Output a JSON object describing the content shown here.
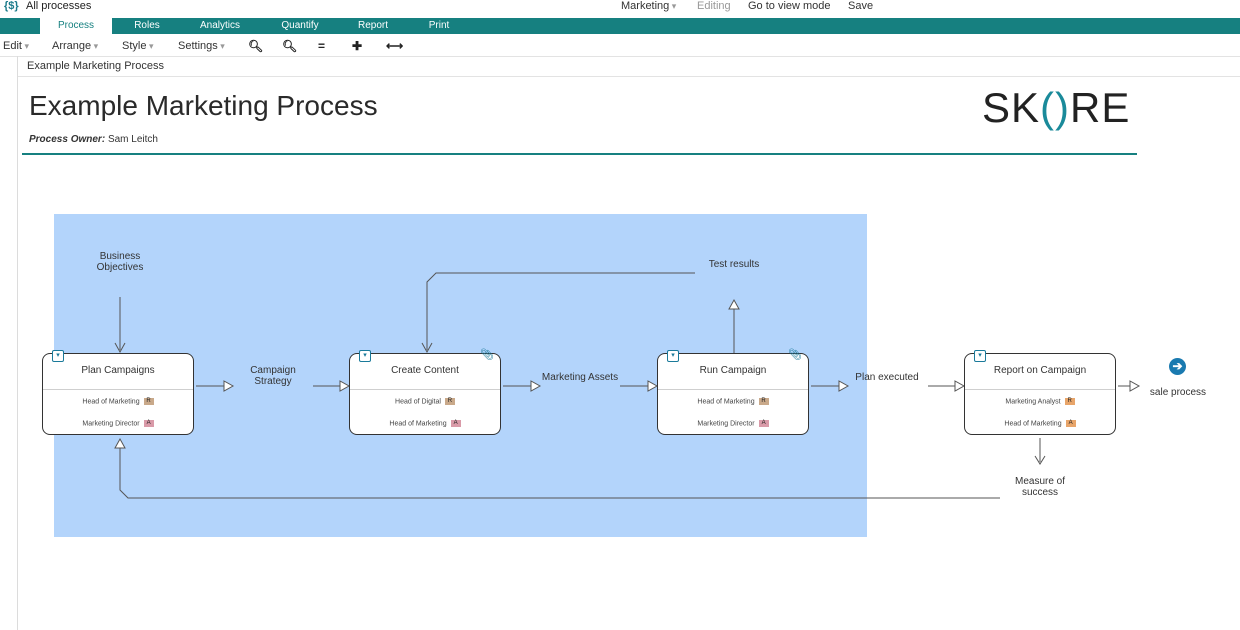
{
  "app": {
    "logo": "{$}",
    "nav_link": "All processes"
  },
  "top_actions": {
    "department": "Marketing",
    "status": "Editing",
    "view_mode": "Go to view mode",
    "save": "Save"
  },
  "tabs": [
    "Process",
    "Roles",
    "Analytics",
    "Quantify",
    "Report",
    "Print"
  ],
  "active_tab": "Process",
  "toolbar": {
    "edit": "Edit",
    "arrange": "Arrange",
    "style": "Style",
    "settings": "Settings",
    "icons": [
      "zoom-in-icon",
      "zoom-out-icon",
      "equals-icon",
      "cross-icon",
      "horizontal-icon"
    ]
  },
  "breadcrumb": "Example Marketing Process",
  "page": {
    "title": "Example Marketing Process",
    "owner_label": "Process Owner:",
    "owner_name": "Sam Leitch"
  },
  "brand": {
    "left": "SK",
    "paren": "()",
    "right": "RE"
  },
  "colors": {
    "accent": "#168080",
    "selection": "#b3d4fb",
    "role_r": "#c9a98a",
    "role_pink": "#d99aa8",
    "role_orange": "#e8a56a"
  },
  "process_boxes": [
    {
      "title": "Plan Campaigns",
      "roles": [
        {
          "name": "Head of Marketing",
          "badge": "R"
        },
        {
          "name": "Marketing Director",
          "badge": "A"
        }
      ]
    },
    {
      "title": "Create Content",
      "roles": [
        {
          "name": "Head of Digital",
          "badge": "R"
        },
        {
          "name": "Head of Marketing",
          "badge": "A"
        }
      ]
    },
    {
      "title": "Run Campaign",
      "roles": [
        {
          "name": "Head of Marketing",
          "badge": "R"
        },
        {
          "name": "Marketing Director",
          "badge": "A"
        }
      ]
    },
    {
      "title": "Report on Campaign",
      "roles": [
        {
          "name": "Marketing Analyst",
          "badge": "R"
        },
        {
          "name": "Head of Marketing",
          "badge": "A"
        }
      ]
    }
  ],
  "labels": {
    "business_objectives": "Business Objectives",
    "campaign_strategy": "Campaign Strategy",
    "marketing_assets": "Marketing Assets",
    "test_results": "Test results",
    "plan_executed": "Plan executed",
    "measure_of_success": "Measure of success",
    "sale_process": "sale process"
  }
}
